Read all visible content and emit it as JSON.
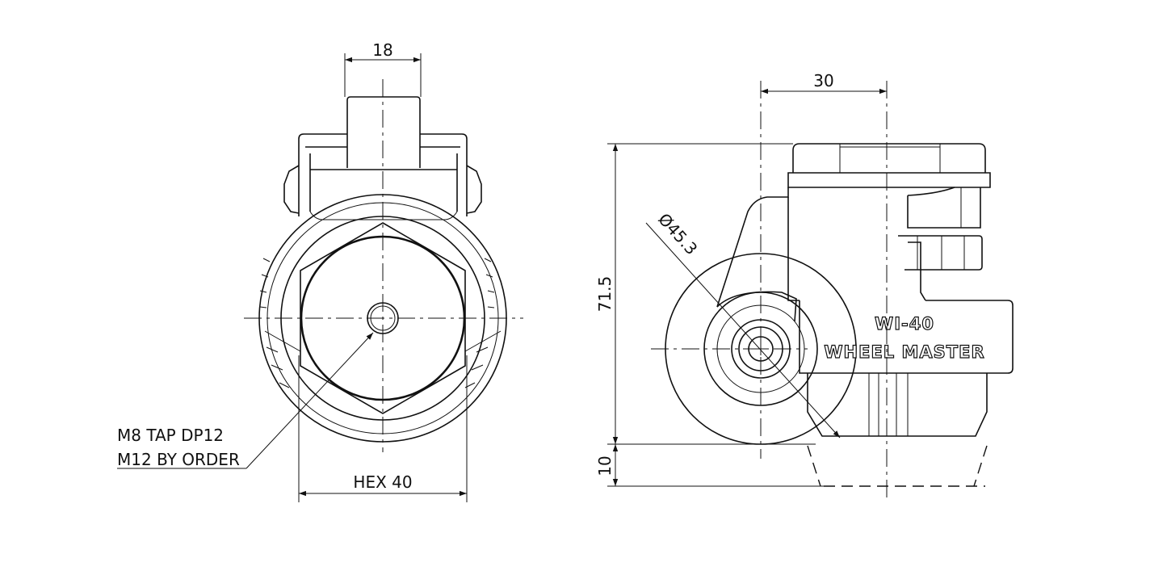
{
  "front_view": {
    "dim_width_top": "18",
    "dim_hex": "HEX 40",
    "callout_line1": "M8 TAP DP12",
    "callout_line2": "M12 BY ORDER"
  },
  "side_view": {
    "dim_offset": "30",
    "dim_height": "71.5",
    "dim_lift": "10",
    "dim_diameter": "Ø45.3",
    "label_model": "WI-40",
    "label_brand": "WHEEL MASTER"
  },
  "colors": {
    "ink": "#111111",
    "paper": "#ffffff"
  }
}
